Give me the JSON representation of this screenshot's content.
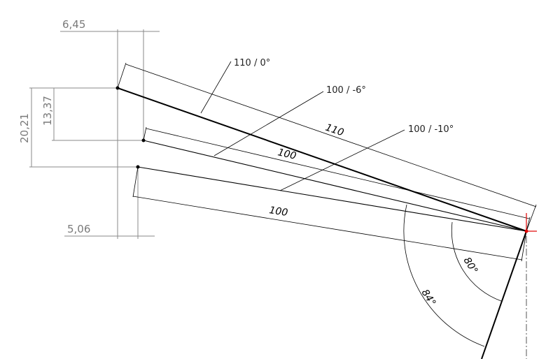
{
  "sketch": {
    "dimensions": {
      "horizontal_top": "6,45",
      "horizontal_bottom": "5,06",
      "vertical_outer": "20,21",
      "vertical_inner": "13,37",
      "length_top": "110",
      "length_middle": "100",
      "length_bottom": "100",
      "angle_outer": "84°",
      "angle_inner": "80°"
    },
    "callouts": {
      "top": "110 / 0°",
      "middle": "100 / -6°",
      "bottom": "100 / -10°"
    },
    "colors": {
      "geometry": "#000000",
      "dimension": "#8a8a8a",
      "origin": "#e00000"
    }
  }
}
